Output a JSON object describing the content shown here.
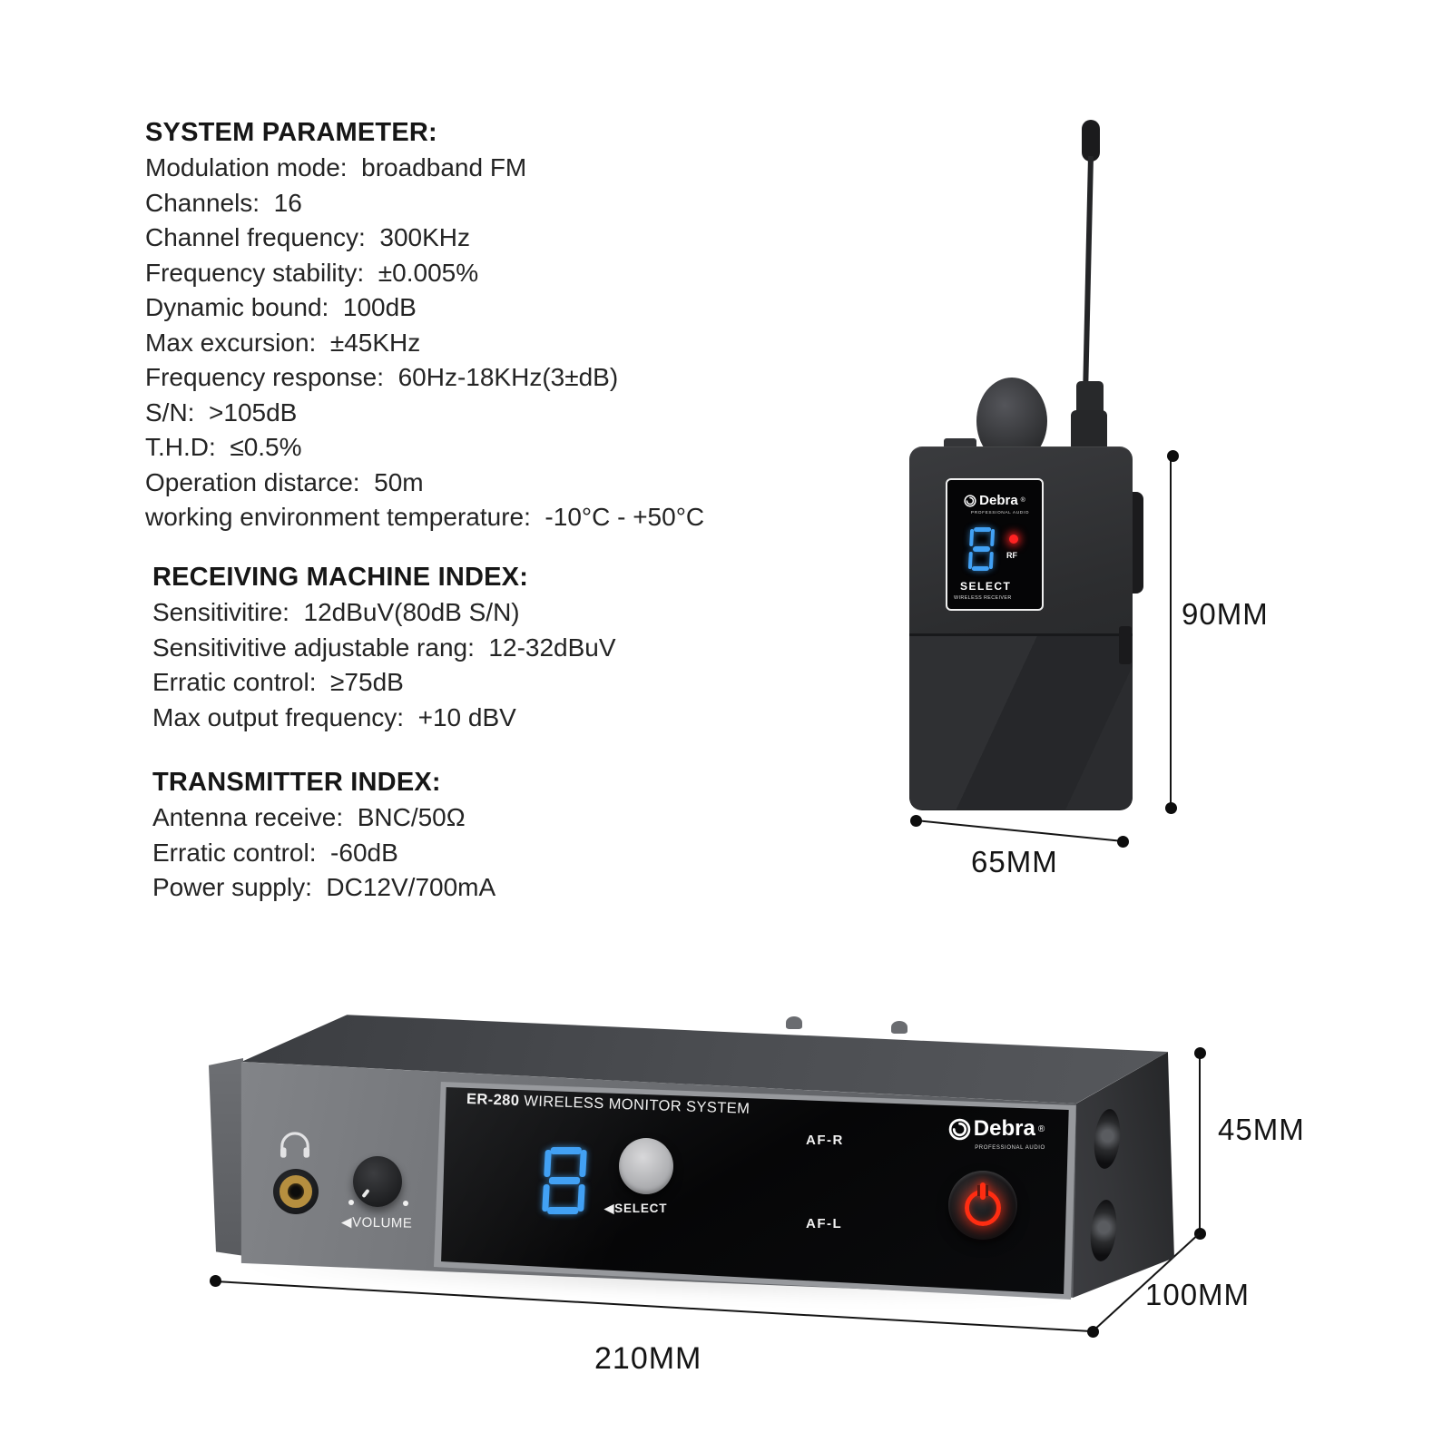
{
  "specs": {
    "system": {
      "title": "SYSTEM PARAMETER:",
      "items": [
        "Modulation mode:  broadband FM",
        "Channels:  16",
        "Channel frequency:  300KHz",
        "Frequency stability:  ±0.005%",
        "Dynamic bound:  100dB",
        "Max excursion:  ±45KHz",
        "Frequency response:  60Hz-18KHz(3±dB)",
        "S/N:  >105dB",
        "T.H.D:  ≤0.5%",
        "Operation distarce:  50m",
        "working environment temperature:  -10°C - +50°C"
      ]
    },
    "receiving": {
      "title": "RECEIVING MACHINE INDEX:",
      "items": [
        "Sensitivitire:  12dBuV(80dB S/N)",
        "Sensitivitive adjustable rang:  12-32dBuV",
        "Erratic control:  ≥75dB",
        "Max output frequency:  +10 dBV"
      ]
    },
    "transmitter": {
      "title": "TRANSMITTER INDEX:",
      "items": [
        "Antenna receive:  BNC/50Ω",
        "Erratic control:  -60dB",
        "Power supply:  DC12V/700mA"
      ]
    }
  },
  "bodypack": {
    "brand": "Debra",
    "reg": "®",
    "brand_sub": "PROFESSIONAL AUDIO",
    "digit": "8",
    "rf": "RF",
    "select": "SELECT",
    "type_label": "WIRELESS RECEIVER",
    "dims": {
      "height": "90MM",
      "width": "65MM"
    }
  },
  "receiver": {
    "model_bold": "ER-280",
    "model_rest": " WIRELESS MONITOR SYSTEM",
    "volume": "◀VOLUME",
    "select": "◀SELECT",
    "digit": "8",
    "af_r": "AF-R",
    "af_l": "AF-L",
    "brand": "Debra",
    "reg": "®",
    "brand_sub": "PROFESSIONAL AUDIO",
    "dims": {
      "width": "210MM",
      "depth": "100MM",
      "height": "45MM"
    }
  },
  "colors": {
    "digit_blue": "#42a1f4",
    "power_red": "#ff2d12",
    "led_red": "#ff2222",
    "jack_gold": "#b68f3f"
  }
}
